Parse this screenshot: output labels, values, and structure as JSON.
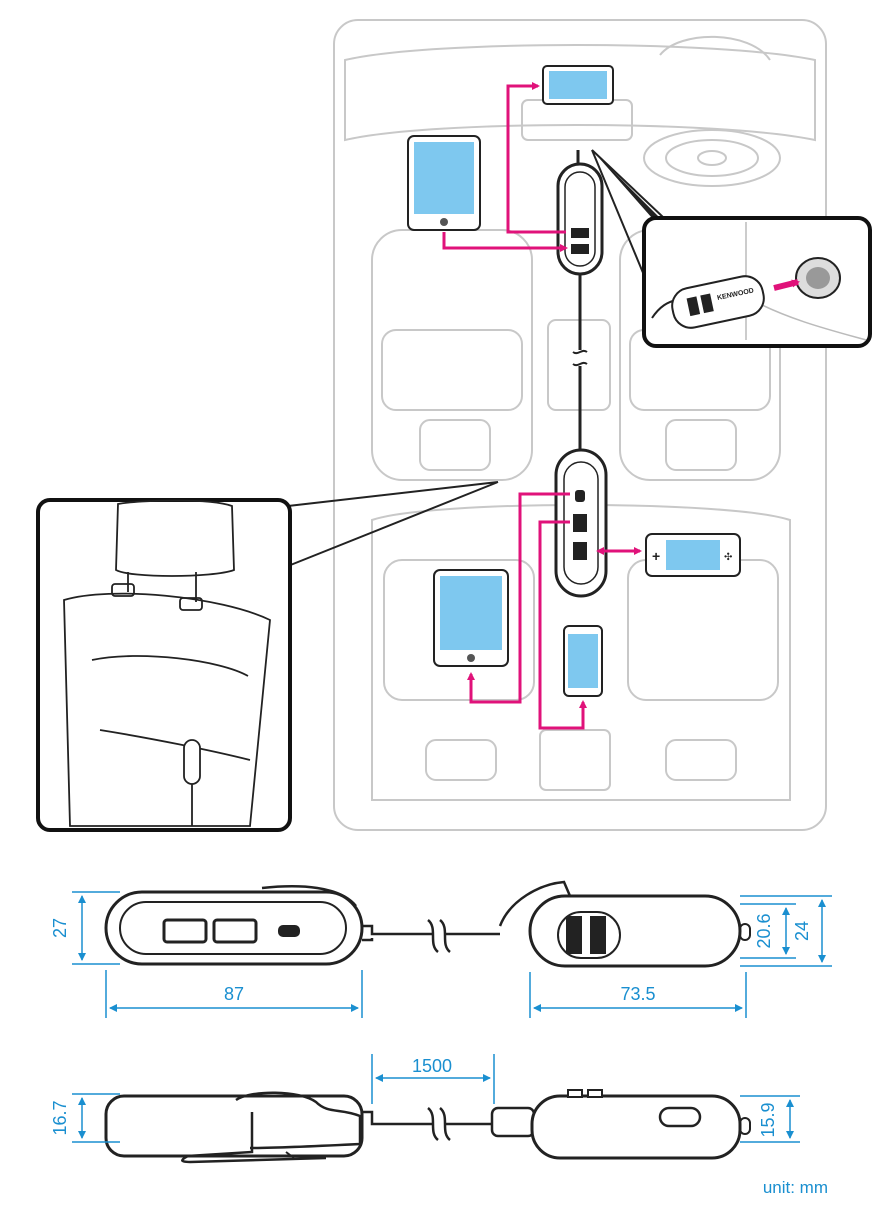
{
  "colors": {
    "accent": "#e0127a",
    "dimension": "#1a8fd0",
    "car_outline": "#c8c8c8",
    "line": "#222222",
    "screen": "#7ec8ef"
  },
  "callout_right": {
    "brand_label": "KENWOOD",
    "icon": "plug-into-socket-icon"
  },
  "callout_left": {
    "icon": "seat-back-mount-icon"
  },
  "devices": [
    {
      "name": "dashcam",
      "icon": "car-navigation-icon"
    },
    {
      "name": "tablet-front",
      "icon": "tablet-icon"
    },
    {
      "name": "tablet-rear",
      "icon": "tablet-icon"
    },
    {
      "name": "smartphone-rear",
      "icon": "smartphone-icon"
    },
    {
      "name": "game-console-rear",
      "icon": "handheld-game-icon"
    }
  ],
  "dimensions": {
    "hub_height": "27",
    "hub_width": "87",
    "charger_height_inner": "20.6",
    "charger_height_outer": "24",
    "charger_width": "73.5",
    "cable_length": "1500",
    "hub_thickness": "16.7",
    "charger_thickness": "15.9"
  },
  "unit_label": "unit: mm"
}
